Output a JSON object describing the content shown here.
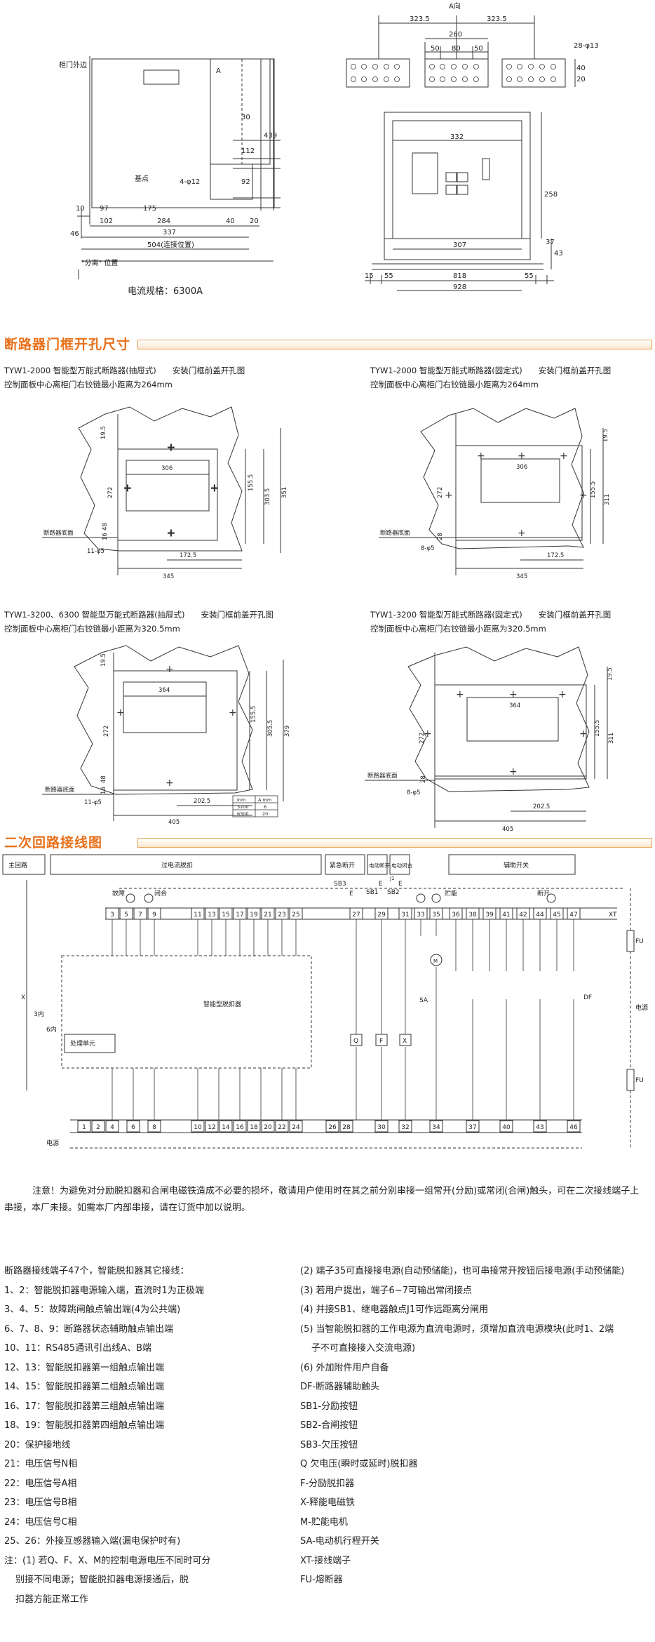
{
  "top": {
    "left_labels": {
      "cabinet_outer": "柜门外边",
      "base_point": "基点",
      "hole": "4-φ12",
      "a_mark": "A",
      "open_pos": "\"分离\" 位置",
      "dims": [
        "30",
        "112",
        "92",
        "439",
        "10",
        "97",
        "175",
        "102",
        "284",
        "337",
        "40",
        "20",
        "46",
        "504(连接位置)"
      ]
    },
    "right_labels": {
      "a_dir": "A向",
      "hole": "28-φ13",
      "dims_top": [
        "323.5",
        "323.5",
        "260",
        "50",
        "80",
        "50",
        "40",
        "20"
      ],
      "dims_front": [
        "332",
        "258",
        "307",
        "37",
        "43",
        "15",
        "55",
        "818",
        "55",
        "928"
      ]
    },
    "current_spec": "电流规格：6300A"
  },
  "section1": {
    "title": "断路器门框开孔尺寸"
  },
  "panels": [
    {
      "line1": "TYW1-2000 智能型万能式断路器(抽屉式)　　安装门框前盖开孔图",
      "line2": "控制面板中心离柜门右铰链最小距离为264mm",
      "dims": {
        "w": "306",
        "t": "19.5",
        "h": "272",
        "r1": "155.5",
        "r2": "303.5",
        "r3": "351",
        "b1": "48",
        "b2": "16",
        "hole": "11-φ5",
        "w2": "172.5",
        "w3": "345",
        "base": "断路器底面"
      }
    },
    {
      "line1": "TYW1-2000 智能型万能式断路器(固定式)　　安装门框前盖开孔图",
      "line2": "控制面板中心离柜门右铰链最小距离为264mm",
      "dims": {
        "w": "306",
        "t": "19.5",
        "h": "272",
        "r1": "155.5",
        "r2": "311",
        "b1": "28",
        "hole": "8-φ5",
        "w2": "172.5",
        "w3": "345",
        "base": "断路器底面"
      }
    },
    {
      "line1": "TYW1-3200、6300 智能型万能式断路器(抽屉式)　　安装门框前盖开孔图",
      "line2": "控制面板中心离柜门右铰链最小距离为320.5mm",
      "dims": {
        "w": "364",
        "t": "19.5",
        "h": "272",
        "r1": "155.5",
        "r2": "305.5",
        "r3": "379",
        "b1": "48",
        "b2": "16",
        "hole": "11-φ5",
        "w2": "202.5",
        "w3": "405",
        "base": "断路器底面"
      },
      "table": {
        "head": [
          "Inm",
          "A mm"
        ],
        "rows": [
          [
            "3200",
            "6"
          ],
          [
            "6300",
            "20"
          ]
        ]
      }
    },
    {
      "line1": "TYW1-3200 智能型万能式断路器(固定式)　　安装门框前盖开孔图",
      "line2": "控制面板中心离柜门右铰链最小距离为320.5mm",
      "dims": {
        "w": "364",
        "t": "19.5",
        "h": "272",
        "r1": "155.5",
        "r2": "311",
        "b1": "28",
        "hole": "8-φ5",
        "w2": "202.5",
        "w3": "405",
        "base": "断路器底面"
      }
    }
  ],
  "section2": {
    "title": "二次回路接线图"
  },
  "wiring": {
    "boxes": [
      "主回路",
      "过电流脱扣",
      "紧急断开",
      "电动断开",
      "电动闭合",
      "辅助开关"
    ],
    "top_terms": [
      "3",
      "5",
      "7",
      "9",
      "11",
      "13",
      "15",
      "17",
      "19",
      "21",
      "23",
      "25",
      "27",
      "29",
      "31",
      "33",
      "35",
      "36",
      "38",
      "39",
      "41",
      "42",
      "44",
      "45",
      "47"
    ],
    "bottom_terms": [
      "1",
      "2",
      "4",
      "6",
      "8",
      "10",
      "12",
      "14",
      "16",
      "18",
      "20",
      "22",
      "24",
      "26",
      "28",
      "30",
      "32",
      "34",
      "37",
      "40",
      "43",
      "46"
    ],
    "labels": {
      "fault": "故障",
      "close": "闭合",
      "energy": "贮能",
      "open": "断开",
      "xt": "XT",
      "fu": "FU",
      "power": "电源",
      "df": "DF",
      "controller": "智能型脱扣器",
      "processor": "处理单元",
      "power_bottom": "电源",
      "sb3": "SB3",
      "sb1": "SB1",
      "sb2": "SB2",
      "e": "E",
      "sa": "SA",
      "m": "M",
      "q": "Q",
      "f": "F",
      "x": "X",
      "x_mark": "X",
      "three_ct": "3内",
      "six_ct": "6内",
      "j1": "J1"
    }
  },
  "note": "注意！为避免对分励脱扣器和合闸电磁铁造成不必要的损坏，敬请用户使用时在其之前分别串接一组常开(分励)或常闭(合闸)触头，可在二次接线端子上串接，本厂未接。如需本厂内部串接，请在订货中加以说明。",
  "left_list": [
    "断路器接线端子47个，智能脱扣器其它接线：",
    "1、2：智能脱扣器电源输入端，直流时1为正极端",
    "3、4、5：故障跳闸触点输出端(4为公共端)",
    "6、7、8、9：断路器状态辅助触点输出端",
    "10、11：RS485通讯引出线A、B端",
    "12、13：智能脱扣器第一组触点输出端",
    "14、15：智能脱扣器第二组触点输出端",
    "16、17：智能脱扣器第三组触点输出端",
    "18、19：智能脱扣器第四组触点输出端",
    "20：保护接地线",
    "21：电压信号N相",
    "22：电压信号A相",
    "23：电压信号B相",
    "24：电压信号C相",
    "25、26：外接互感器输入端(漏电保护时有)",
    "注：(1) 若Q、F、X、M的控制电源电压不同时可分",
    "别接不同电源；智能脱扣器电源接通后，脱",
    "扣器方能正常工作"
  ],
  "right_list": [
    "(2) 端子35可直接接电源(自动预储能)，也可串接常开按钮后接电源(手动预储能)",
    "(3) 若用户提出，端子6~7可输出常闭接点",
    "(4) 并接SB1、继电器触点J1可作远距离分闸用",
    "(5) 当智能脱扣器的工作电源为直流电源时，须增加直流电源模块(此时1、2端",
    "子不可直接接入交流电源)",
    "(6) 外加附件用户自备",
    "DF-断路器辅助触头",
    "SB1-分励按钮",
    "SB2-合闸按钮",
    "SB3-欠压按钮",
    "Q 欠电压(瞬时或延时)脱扣器",
    "F-分励脱扣器",
    "X-释能电磁铁",
    "M-贮能电机",
    "SA-电动机行程开关",
    "XT-接线端子",
    "FU-熔断器"
  ]
}
